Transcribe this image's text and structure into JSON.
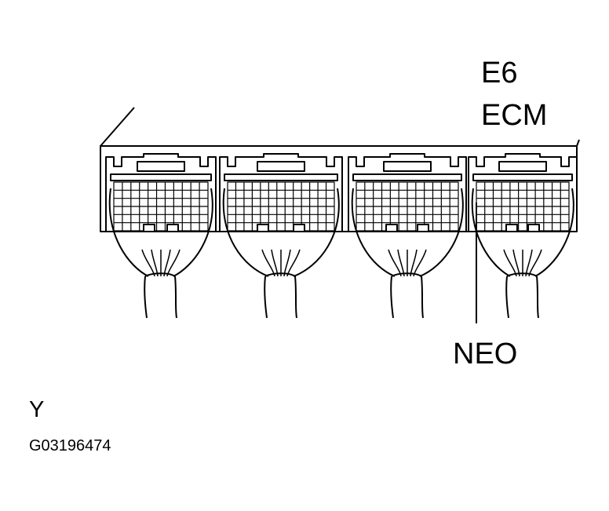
{
  "labels": {
    "connector_id": "E6",
    "component": "ECM",
    "terminal": "NEO",
    "view_letter": "Y",
    "figure_code": "G03196474"
  },
  "colors": {
    "ink": "#000000",
    "paper": "#ffffff"
  },
  "connectors": {
    "count": 4
  }
}
